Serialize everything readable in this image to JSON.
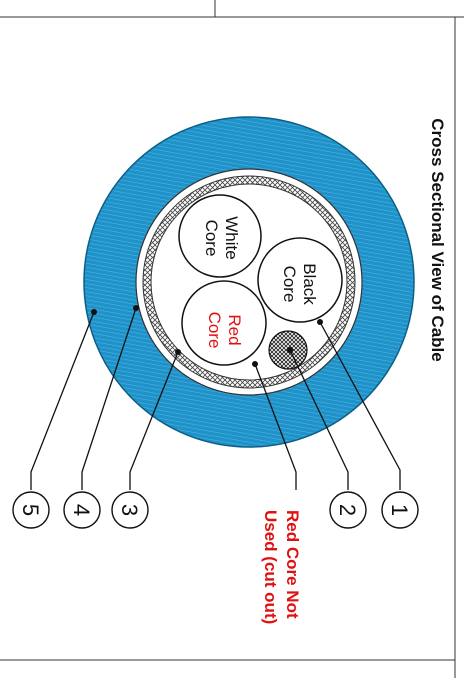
{
  "title": "Cross Sectional View of Cable",
  "cores": {
    "black": "Black Core",
    "white": "White Core",
    "red": "Red Core"
  },
  "callouts": [
    "1",
    "2",
    "3",
    "4",
    "5"
  ],
  "note": "Red Core Not Used (cut out)",
  "colors": {
    "jacket": "#1f93c9",
    "jacket_stroke": "#0b5f86",
    "note_red": "#e01010",
    "red_text": "#e01010",
    "line": "#111111",
    "shield": "#d8d8d8"
  }
}
